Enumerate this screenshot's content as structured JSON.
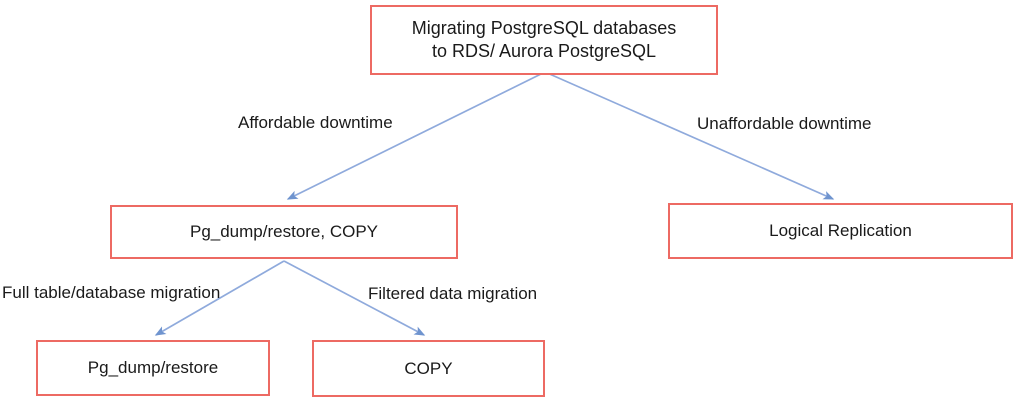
{
  "diagram": {
    "title": "Migrating PostgreSQL databases to RDS/ Aurora PostgreSQL decision tree",
    "colors": {
      "box_border": "#ed6a63",
      "arrow": "#8faadc",
      "text": "#1a1a1a",
      "background": "#ffffff"
    },
    "nodes": {
      "root": {
        "label": "Migrating PostgreSQL databases\nto RDS/ Aurora PostgreSQL"
      },
      "dump_copy": {
        "label": "Pg_dump/restore, COPY"
      },
      "logical_replication": {
        "label": "Logical Replication"
      },
      "pgdump_restore": {
        "label": "Pg_dump/restore"
      },
      "copy": {
        "label": "COPY"
      }
    },
    "edge_labels": {
      "affordable": "Affordable downtime",
      "unaffordable": "Unaffordable downtime",
      "full_table": "Full table/database migration",
      "filtered": "Filtered data migration"
    }
  }
}
